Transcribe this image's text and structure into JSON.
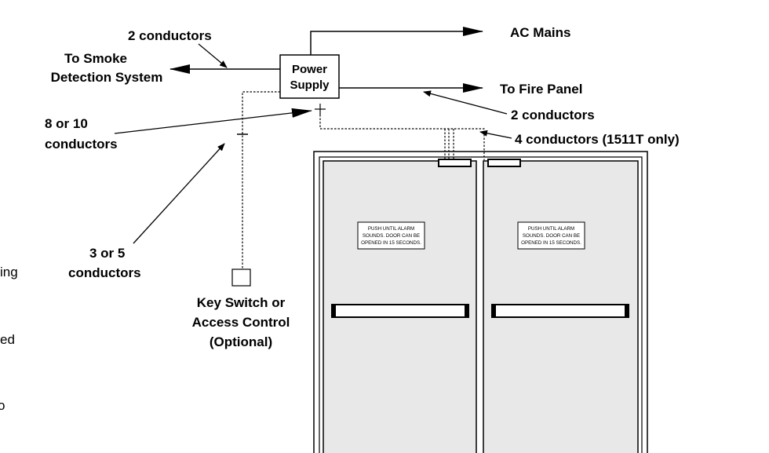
{
  "labels": {
    "conductors_2_top": "2 conductors",
    "to_smoke_line1": "To Smoke",
    "to_smoke_line2": "Detection System",
    "ac_mains": "AC Mains",
    "psu_line1": "Power",
    "psu_line2": "Supply",
    "to_fire_panel": "To Fire Panel",
    "conductors_2_right": "2 conductors",
    "conductors_8_10_line1": "8 or 10",
    "conductors_8_10_line2": "conductors",
    "conductors_4": "4 conductors (1511T only)",
    "conductors_3_5_line1": "3 or 5",
    "conductors_3_5_line2": "conductors",
    "key_switch_line1": "Key Switch or",
    "key_switch_line2": "Access Control",
    "key_switch_line3": "(Optional)"
  },
  "cropped_text": {
    "line1": "ing",
    "line2": "ed",
    "line3": "o"
  },
  "door_sign": {
    "line1": "PUSH UNTIL ALARM",
    "line2": "SOUNDS.  DOOR CAN BE",
    "line3": "OPENED IN 15 SECONDS."
  },
  "colors": {
    "door_fill": "#e8e8e8",
    "line": "#000000",
    "background": "#ffffff"
  }
}
